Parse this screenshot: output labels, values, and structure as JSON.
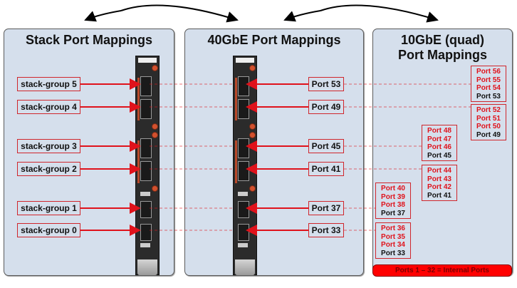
{
  "panels": {
    "stack": {
      "title": "Stack Port Mappings"
    },
    "gbe40": {
      "title": "40GbE Port Mappings"
    },
    "gbe10": {
      "title_line1": "10GbE (quad)",
      "title_line2": "Port Mappings"
    }
  },
  "stack_groups": [
    "stack-group 5",
    "stack-group 4",
    "stack-group 3",
    "stack-group 2",
    "stack-group 1",
    "stack-group 0"
  ],
  "ports_40g": [
    "Port 53",
    "Port 49",
    "Port 45",
    "Port 41",
    "Port 37",
    "Port 33"
  ],
  "quad_groups": [
    {
      "red": [
        "Port 56",
        "Port 55",
        "Port 54"
      ],
      "base": "Port 53"
    },
    {
      "red": [
        "Port 52",
        "Port 51",
        "Port 50"
      ],
      "base": "Port 49"
    },
    {
      "red": [
        "Port 48",
        "Port 47",
        "Port 46"
      ],
      "base": "Port 45"
    },
    {
      "red": [
        "Port 44",
        "Port 43",
        "Port 42"
      ],
      "base": "Port 41"
    },
    {
      "red": [
        "Port 40",
        "Port 39",
        "Port 38"
      ],
      "base": "Port 37"
    },
    {
      "red": [
        "Port 36",
        "Port 35",
        "Port 34"
      ],
      "base": "Port 33"
    }
  ],
  "footer_note": "Ports 1 – 32 = Internal Ports",
  "colors": {
    "accent_red": "#e0121b",
    "panel_bg": "#d5dfec",
    "note_bg": "#ff0000"
  }
}
